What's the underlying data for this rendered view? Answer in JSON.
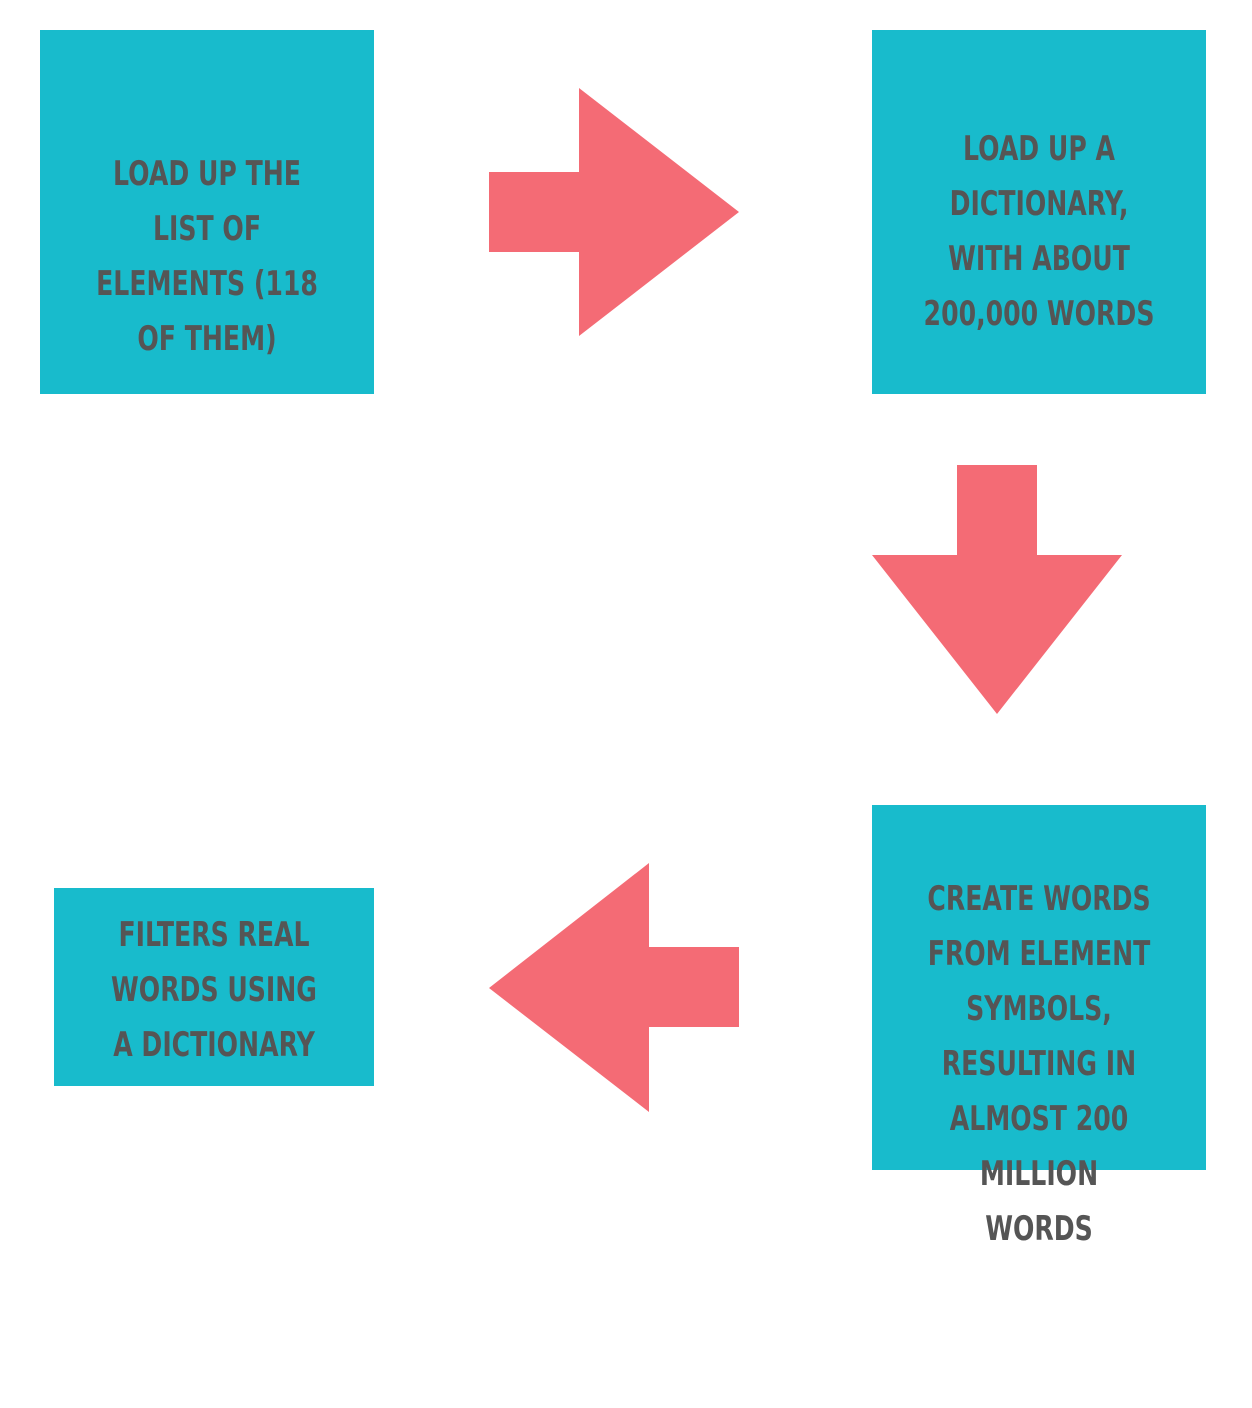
{
  "colors": {
    "box_fill": "#18bbcc",
    "box_text": "#555555",
    "arrow_fill": "#f46b75",
    "background": "#ffffff"
  },
  "steps": [
    {
      "text": "LOAD UP THE LIST OF ELEMENTS (118 OF THEM)"
    },
    {
      "text": "LOAD UP A DICTIONARY, WITH ABOUT 200,000 WORDS"
    },
    {
      "text": "CREATE WORDS FROM ELEMENT SYMBOLS, RESULTING IN ALMOST 200 MILLION WORDS"
    },
    {
      "text": "FILTERS REAL WORDS USING A DICTIONARY"
    }
  ],
  "arrows": [
    {
      "from": "step-1",
      "to": "step-2",
      "direction": "right"
    },
    {
      "from": "step-2",
      "to": "step-3",
      "direction": "down"
    },
    {
      "from": "step-3",
      "to": "step-4",
      "direction": "left"
    }
  ]
}
